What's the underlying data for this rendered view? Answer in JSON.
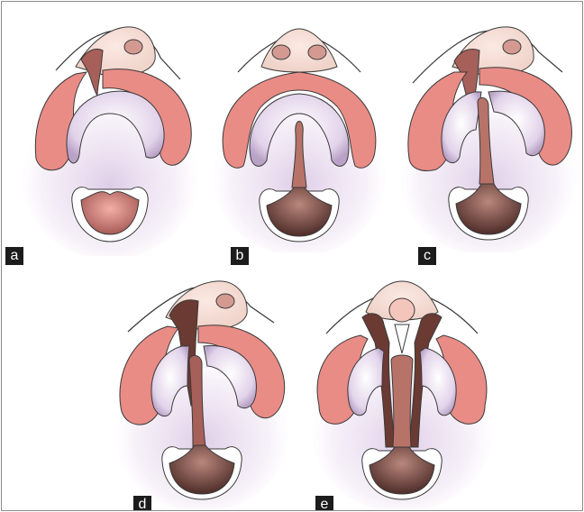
{
  "figure": {
    "panels": [
      {
        "label": "a"
      },
      {
        "label": "b"
      },
      {
        "label": "c"
      },
      {
        "label": "d"
      },
      {
        "label": "e"
      }
    ]
  }
}
